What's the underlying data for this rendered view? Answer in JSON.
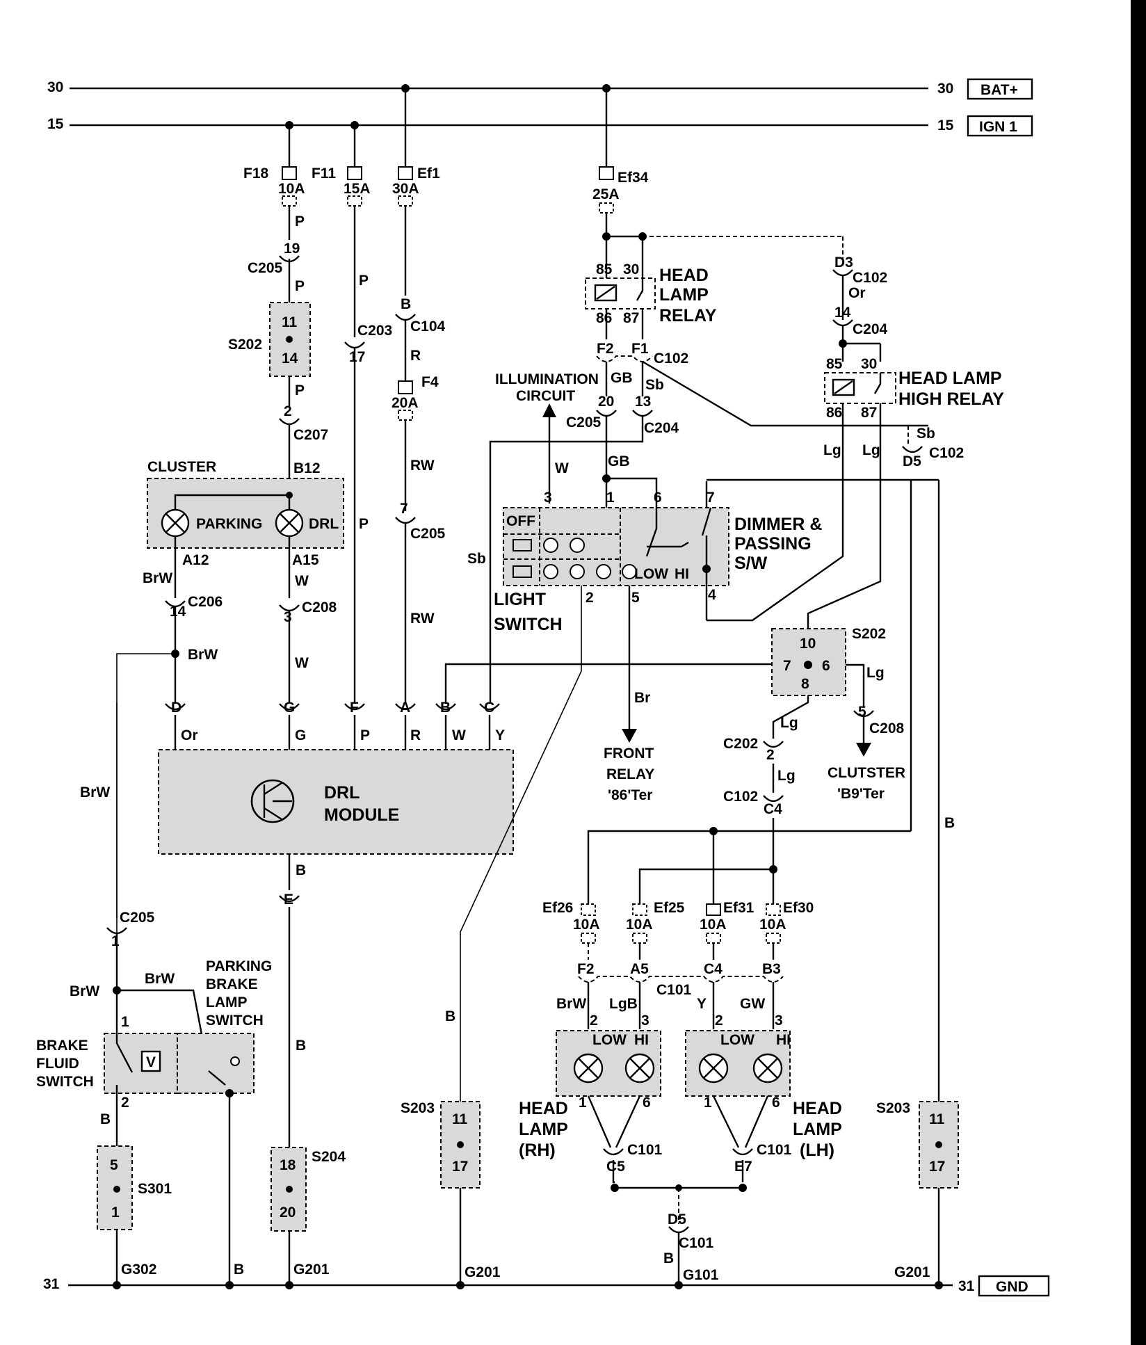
{
  "rails": {
    "r30": "30",
    "r15": "15",
    "r31": "31",
    "bat": "BAT+",
    "ign": "IGN 1",
    "gnd": "GND"
  },
  "fuses": {
    "f18": {
      "name": "F18",
      "rating": "10A"
    },
    "f11": {
      "name": "F11",
      "rating": "15A"
    },
    "ef1": {
      "name": "Ef1",
      "rating": "30A"
    },
    "ef34": {
      "name": "Ef34",
      "rating": "25A"
    },
    "f4": {
      "name": "F4",
      "rating": "20A"
    },
    "ef26": {
      "name": "Ef26",
      "rating": "10A"
    },
    "ef25": {
      "name": "Ef25",
      "rating": "10A"
    },
    "ef31": {
      "name": "Ef31",
      "rating": "10A"
    },
    "ef30": {
      "name": "Ef30",
      "rating": "10A"
    }
  },
  "components": {
    "head_lamp_relay": [
      "HEAD",
      "LAMP",
      "RELAY"
    ],
    "head_lamp_high_relay": [
      "HEAD LAMP",
      "HIGH RELAY"
    ],
    "cluster": "CLUSTER",
    "parking": "PARKING",
    "drl": "DRL",
    "drl_module": [
      "DRL",
      "MODULE"
    ],
    "light_switch": [
      "LIGHT",
      "SWITCH"
    ],
    "dimmer": [
      "DIMMER &",
      "PASSING",
      "S/W"
    ],
    "illumination": [
      "ILLUMINATION",
      "CIRCUIT"
    ],
    "front_relay": [
      "FRONT",
      "RELAY",
      "'86'Ter"
    ],
    "clutster": [
      "CLUTSTER",
      "'B9'Ter"
    ],
    "brake_fluid": [
      "BRAKE",
      "FLUID",
      "SWITCH"
    ],
    "parking_brake": [
      "PARKING",
      "BRAKE",
      "LAMP",
      "SWITCH"
    ],
    "head_lamp_rh": [
      "HEAD",
      "LAMP",
      "(RH)"
    ],
    "head_lamp_lh": [
      "HEAD",
      "LAMP",
      "(LH)"
    ],
    "off": "OFF",
    "low": "LOW",
    "hi": "HI"
  },
  "connectors": {
    "c205": "C205",
    "c203": "C203",
    "c104": "C104",
    "c207": "C207",
    "c206": "C206",
    "c208": "C208",
    "c102": "C102",
    "c204": "C204",
    "c202": "C202",
    "c101": "C101",
    "s202": "S202",
    "s203": "S203",
    "s204": "S204",
    "s301": "S301",
    "g302": "G302",
    "g201": "G201",
    "g101": "G101"
  },
  "pins": {
    "p19": "19",
    "p11": "11",
    "p14": "14",
    "p2": "2",
    "p17": "17",
    "pB": "B",
    "p7": "7",
    "p85": "85",
    "p30": "30",
    "p86": "86",
    "p87": "87",
    "pF2": "F2",
    "pF1": "F1",
    "p20": "20",
    "p13": "13",
    "pD3": "D3",
    "pD5": "D5",
    "pB12": "B12",
    "pA12": "A12",
    "pA15": "A15",
    "p3": "3",
    "p1": "1",
    "p6": "6",
    "p5": "5",
    "p4": "4",
    "p10": "10",
    "p8": "8",
    "pC4": "C4",
    "pA5": "A5",
    "pB3": "B3",
    "pC5": "C5",
    "pE7": "E7",
    "pE": "E",
    "pD": "D",
    "pG": "G",
    "pF": "F",
    "pA": "A",
    "pC": "C",
    "p18": "18",
    "p20b": "20",
    "p7b": "7",
    "p6b": "6",
    "p5b": "5"
  },
  "wires": {
    "P": "P",
    "R": "R",
    "RW": "RW",
    "GB": "GB",
    "Sb": "Sb",
    "Or": "Or",
    "Lg": "Lg",
    "W": "W",
    "BrW": "BrW",
    "G": "G",
    "Y": "Y",
    "B": "B",
    "Br": "Br",
    "LgB": "LgB",
    "GW": "GW"
  }
}
